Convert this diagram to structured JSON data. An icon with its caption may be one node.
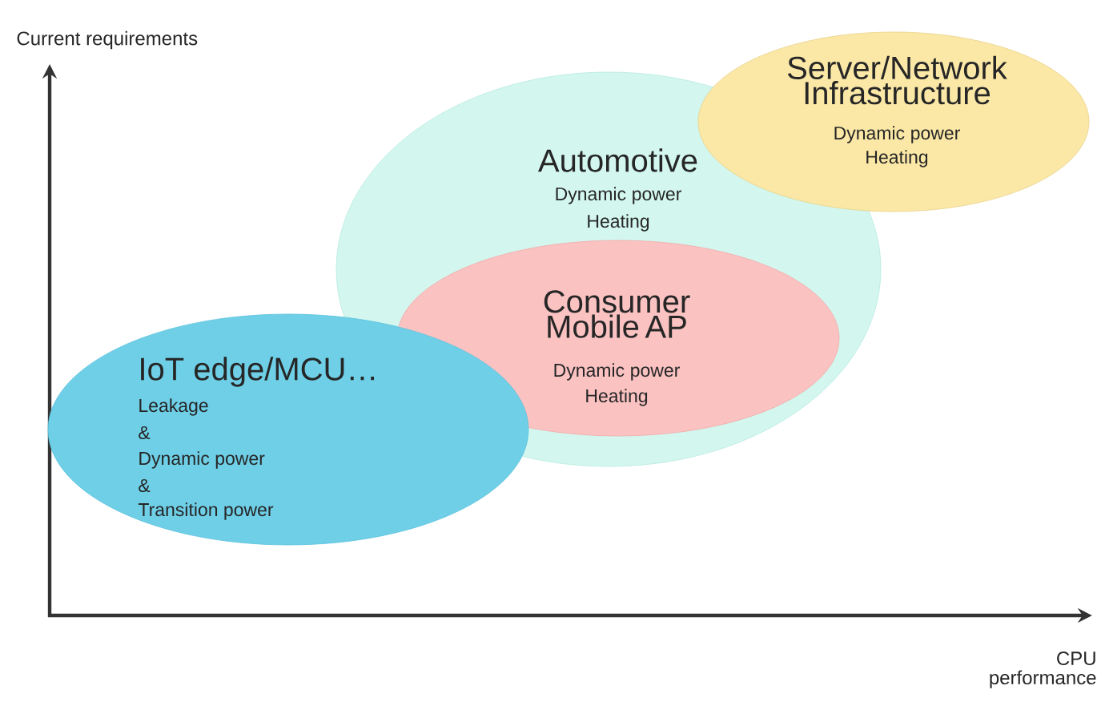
{
  "diagram": {
    "nodes": [
      {
        "text": [
          "Server/Network Infrastructure",
          "Dynamic power",
          "Heating"
        ]
      },
      {
        "text": [
          "Automotive",
          "Dynamic power",
          "Heating"
        ]
      },
      {
        "text": [
          "Consumer Mobile AP",
          "Dynamic power",
          "Heating"
        ],
        "in": 1
      },
      {
        "text": [
          "IoT edge/MCU…",
          "Leakage",
          "&",
          "Dynamic power",
          "&",
          "Transition power"
        ]
      }
    ],
    "labels": [
      "Current requirements",
      "CPU performance"
    ]
  }
}
